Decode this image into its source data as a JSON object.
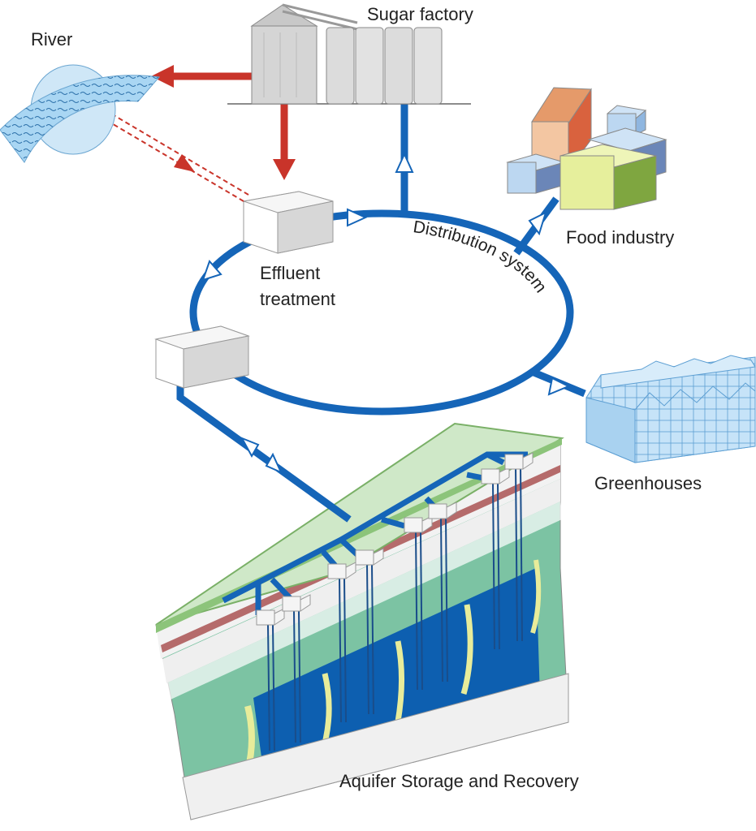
{
  "labels": {
    "river": "River",
    "sugar_factory": "Sugar factory",
    "food_industry": "Food industry",
    "effluent_line1": "Effluent",
    "effluent_line2": "treatment",
    "distribution": "Distribution system",
    "greenhouses": "Greenhouses",
    "aquifer": "Aquifer Storage and Recovery"
  },
  "colors": {
    "pipe_blue": "#1565b8",
    "effluent_red": "#c9342a",
    "river_water": "#a9d6f3",
    "greenhouse": "#bfe0f7",
    "aquifer_deep": "#0d5fb0",
    "ground_top": "#cfe8c8"
  },
  "icons": {
    "factory": "silo-factory-icon",
    "river": "river-icon",
    "food": "buildings-icon",
    "greenhouse": "greenhouse-icon",
    "treatment": "box-icon",
    "storage": "box-icon"
  }
}
